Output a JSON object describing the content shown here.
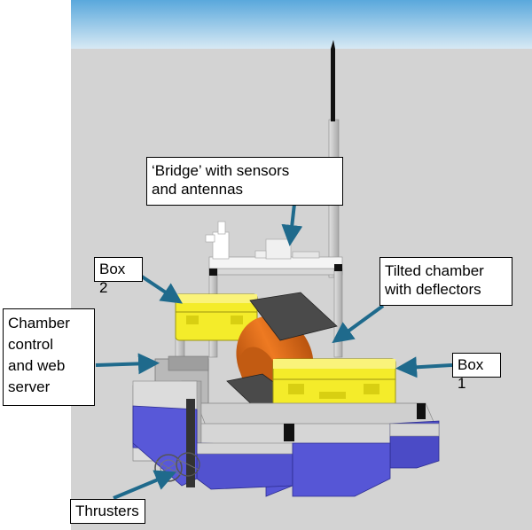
{
  "labels": {
    "bridge": "‘Bridge’ with sensors\nand antennas",
    "box2": "Box 2",
    "tilted_chamber": "Tilted chamber\nwith deflectors",
    "chamber_control": "Chamber\ncontrol\nand web\nserver",
    "box1": "Box 1",
    "thrusters": "Thrusters"
  },
  "colors": {
    "sky_top": "#5aa8dc",
    "sky_bottom": "#d7e9f4",
    "ground": "#d3d3d3",
    "pontoon": "#5656d6",
    "pontoon_dark": "#3c3cb0",
    "frame": "#c9c9c9",
    "box": "#f4ec2a",
    "chamber": "#e2701e",
    "arrow": "#1f6a8c",
    "deflector": "#4a4a4a"
  }
}
